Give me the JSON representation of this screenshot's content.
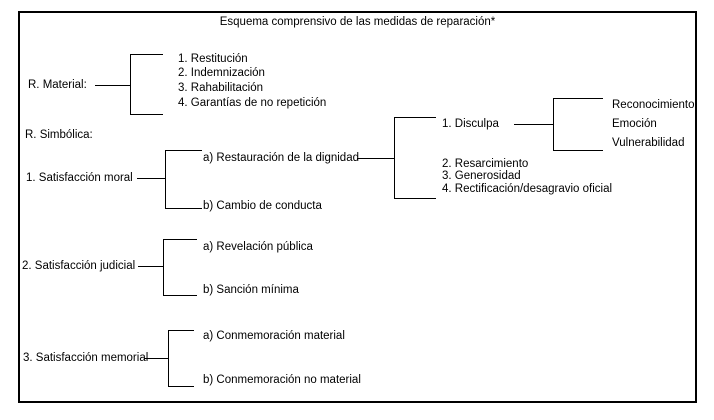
{
  "title": "Esquema comprensivo de las medidas de reparación*",
  "tree": {
    "material": {
      "label": "R. Material:",
      "items": [
        "1. Restitución",
        "2. Indemnización",
        "3. Rahabilitación",
        "4. Garantías de no repetición"
      ]
    },
    "simbolica": {
      "label": "R. Simbólica:",
      "moral": {
        "label": "1. Satisfacción moral",
        "a": "a) Restauración de la dignidad",
        "b": "b) Cambio de conducta",
        "dignidad_children": {
          "items": [
            "1. Disculpa",
            "2. Resarcimiento",
            "3. Generosidad",
            "4. Rectificación/desagravio oficial"
          ],
          "disculpa_children": [
            "Reconocimiento",
            "Emoción",
            "Vulnerabilidad"
          ]
        }
      },
      "judicial": {
        "label": "2. Satisfacción judicial",
        "a": "a) Revelación pública",
        "b": "b) Sanción mínima"
      },
      "memorial": {
        "label": "3. Satisfacción memorial",
        "a": "a) Conmemoración material",
        "b": "b) Conmemoración no material"
      }
    }
  }
}
